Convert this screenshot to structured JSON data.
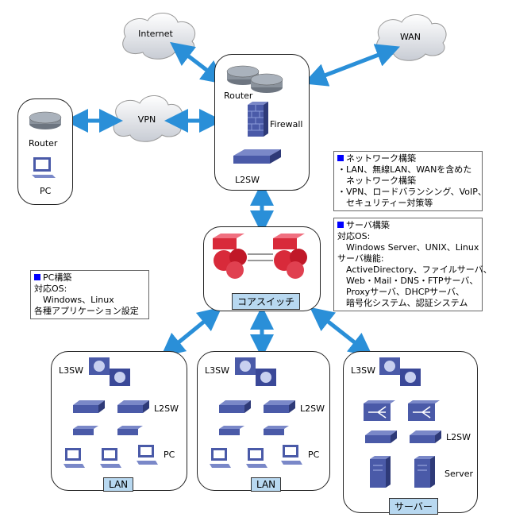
{
  "clouds": {
    "internet": "Internet",
    "wan": "WAN",
    "vpn": "VPN"
  },
  "top_box": {
    "router_label": "Router",
    "firewall_label": "Firewall",
    "l2sw_label": "L2SW"
  },
  "left_box": {
    "router_label": "Router",
    "pc_label": "PC"
  },
  "core": {
    "label": "コアスイッチ"
  },
  "network_info": {
    "header": "ネットワーク構築",
    "lines": [
      "・LAN、無線LAN、WANを含めた",
      "　ネットワーク構築",
      "・VPN、ロードバランシング、VoIP、",
      "　セキュリティー対策等"
    ]
  },
  "server_info": {
    "header": "サーバ構築",
    "lines": [
      "対応OS:",
      "　Windows Server、UNIX、Linux",
      "サーバ機能:",
      "　ActiveDirectory、ファイルサーバ、",
      "　Web・Mail・DNS・FTPサーバ、",
      "　Proxyサーバ、DHCPサーバ、",
      "　暗号化システム、認証システム"
    ]
  },
  "pc_info": {
    "header": "PC構築",
    "lines": [
      "対応OS:",
      "　Windows、Linux",
      "各種アプリケーション設定"
    ]
  },
  "lan1": {
    "l3sw": "L3SW",
    "l2sw": "L2SW",
    "pc": "PC",
    "tag": "LAN"
  },
  "lan2": {
    "l3sw": "L3SW",
    "l2sw": "L2SW",
    "pc": "PC",
    "tag": "LAN"
  },
  "server_group": {
    "l3sw": "L3SW",
    "l2sw": "L2SW",
    "server": "Server",
    "tag": "サーバー"
  },
  "colors": {
    "arrow": "#2a8fd8",
    "tag_bg": "#b8d8f0",
    "device_blue": "#4a5aa8",
    "core_red": "#d82a3a",
    "header_square": "#0000ff"
  }
}
